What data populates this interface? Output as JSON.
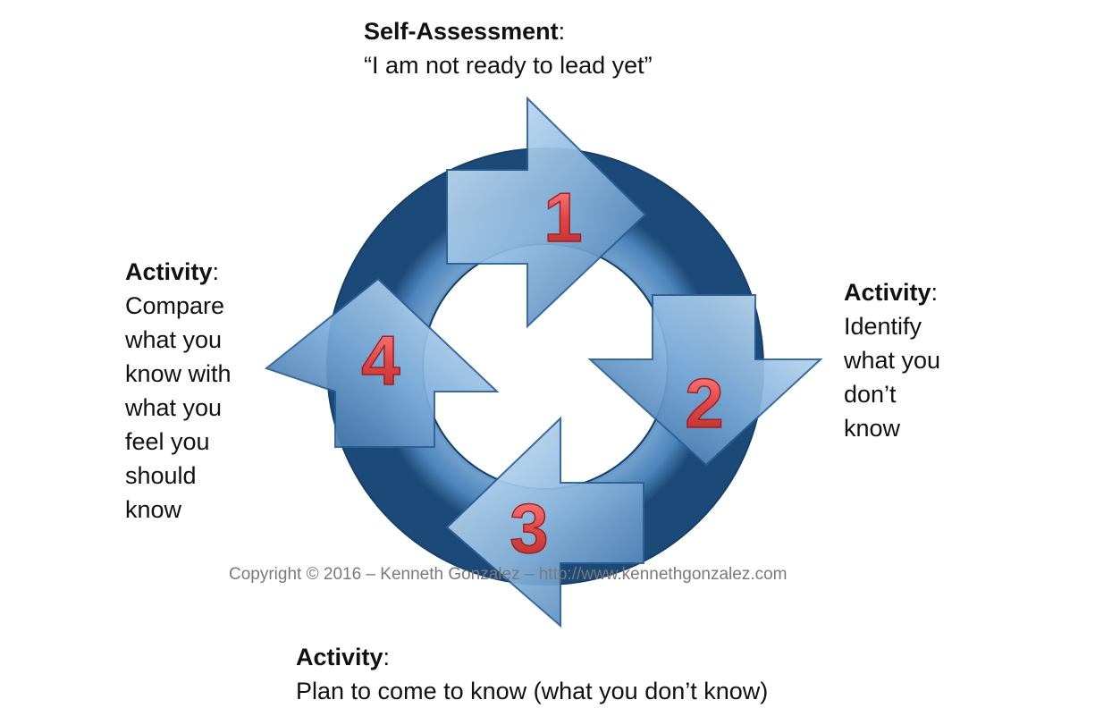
{
  "steps": [
    {
      "number": "1",
      "heading": "Self-Assessment",
      "lines": [
        "“I am not ready to lead yet”"
      ]
    },
    {
      "number": "2",
      "heading": "Activity",
      "lines": [
        "Identify",
        "what you",
        "don’t",
        "know"
      ]
    },
    {
      "number": "3",
      "heading": "Activity",
      "lines": [
        "Plan to come to know (what you don’t know)"
      ]
    },
    {
      "number": "4",
      "heading": "Activity",
      "lines": [
        "Compare",
        "what you",
        "know with",
        "what you",
        "feel you",
        "should",
        "know"
      ]
    }
  ],
  "copyright": "Copyright © 2016 – Kenneth Gonzalez – http://www.kennethgonzalez.com",
  "colors": {
    "arrow_dark": "#2a5f96",
    "arrow_mid": "#5b8fc4",
    "arrow_light": "#b9d6ee",
    "number_red": "#e04848"
  }
}
